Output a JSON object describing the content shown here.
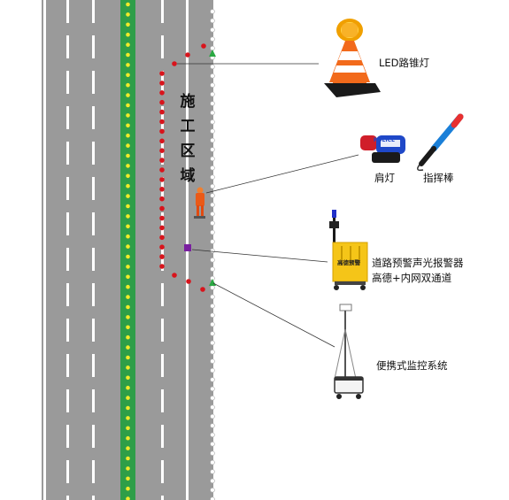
{
  "zone_label": {
    "chars": [
      "施",
      "工",
      "区",
      "域"
    ]
  },
  "devices": {
    "led_cone": {
      "label": "LED路锥灯"
    },
    "shoulder_light": {
      "label": "肩灯"
    },
    "baton": {
      "label": "指挥棒"
    },
    "alarm_line1": {
      "label": "道路预警声光报警器"
    },
    "alarm_line2": {
      "label": "高德+内网双通道"
    },
    "alarm_box_text": {
      "label": "高德预警"
    },
    "police_text": {
      "label": "POLICE"
    },
    "monitor": {
      "label": "便携式监控系统"
    }
  },
  "colors": {
    "road": "#9a9a9a",
    "lane_marking": "#ffffff",
    "median": "#2e9e48",
    "median_dot": "#f2ea2a",
    "cone_dot": "#d8141c",
    "marker_green": "#2aa842",
    "sensor_purple": "#7a1fa0",
    "alarm_yellow": "#f5c518"
  },
  "icons": [
    "led-cone-icon",
    "shoulder-light-icon",
    "baton-icon",
    "road-alarm-icon",
    "monitor-tower-icon",
    "worker-icon"
  ]
}
